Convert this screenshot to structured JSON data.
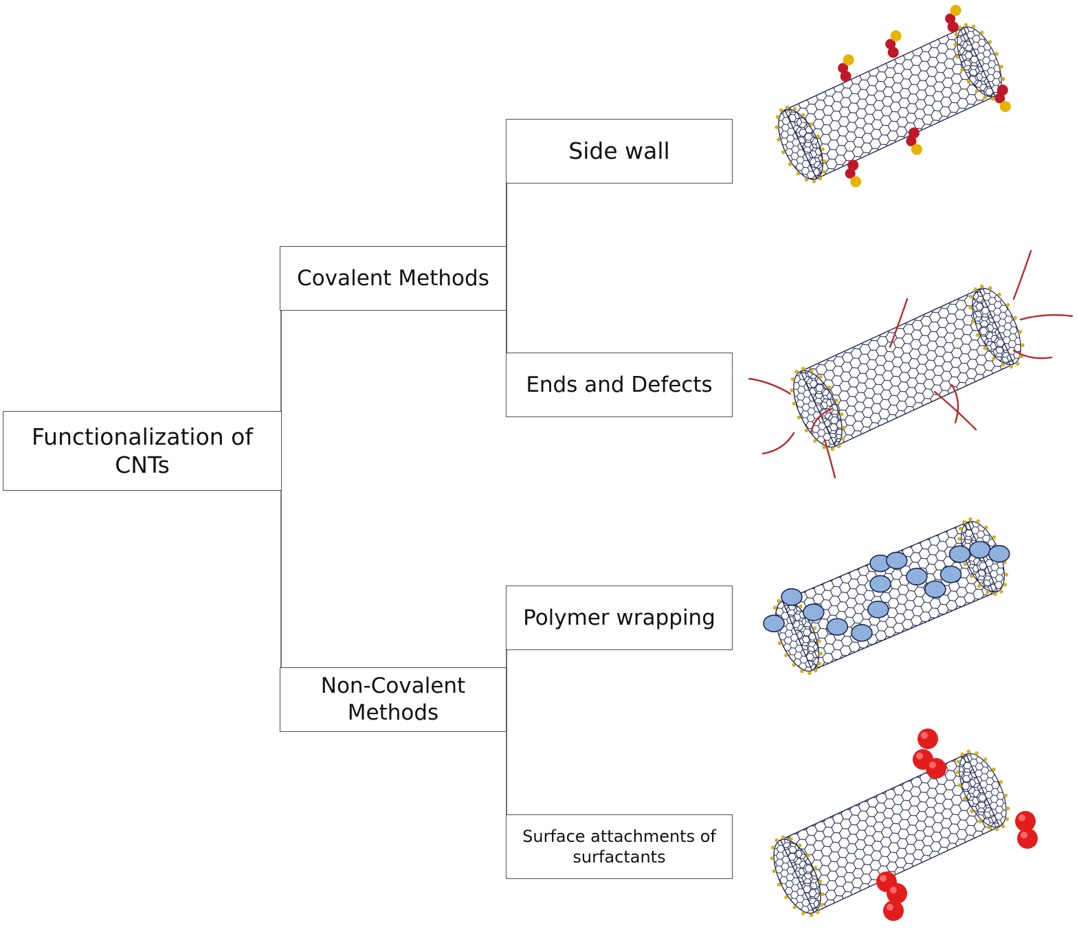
{
  "root": {
    "label": "Functionalization of CNTs"
  },
  "branches": [
    {
      "label": "Covalent Methods",
      "children": [
        {
          "label": "Side wall"
        },
        {
          "label": "Ends and Defects"
        }
      ]
    },
    {
      "label": "Non-Covalent Methods",
      "children": [
        {
          "label": "Polymer wrapping"
        },
        {
          "label": "Surface attachments of surfactants"
        }
      ]
    }
  ],
  "colors": {
    "connector": "#4d4d4d",
    "tube_lattice": "#1e2550",
    "end_atoms": "#d4b11f",
    "sidewall_group": "#c0182b",
    "sidewall_cap": "#e5b300",
    "defect_chain": "#b52b2b",
    "polymer_bead": "#8fb1de",
    "surfactant_bead": "#e31d1d"
  },
  "illustrations": [
    {
      "name": "sidewall-functionalized-cnt",
      "decoration": "covalent-groups"
    },
    {
      "name": "ends-defects-functionalized-cnt",
      "decoration": "chains"
    },
    {
      "name": "polymer-wrapped-cnt",
      "decoration": "polymer-beads"
    },
    {
      "name": "surfactant-attached-cnt",
      "decoration": "surfactant-beads"
    }
  ]
}
